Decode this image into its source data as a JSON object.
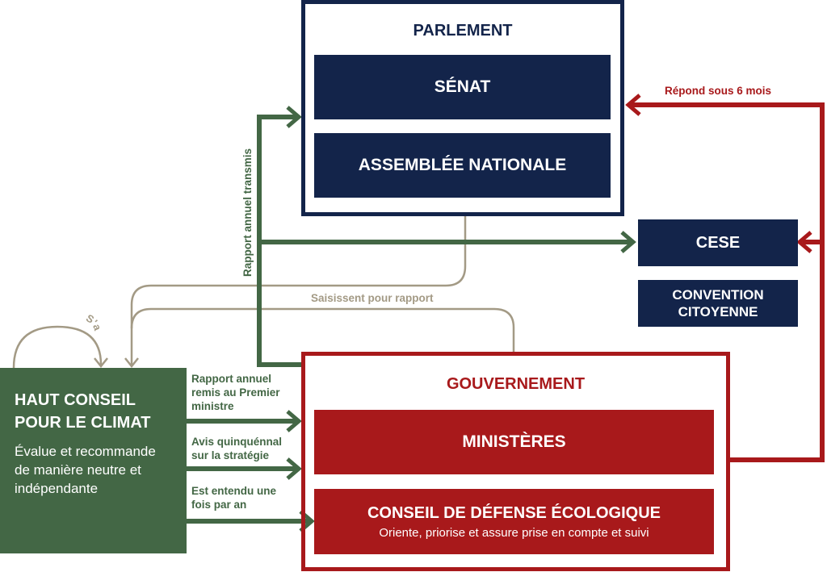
{
  "parlement": {
    "title": "PARLEMENT",
    "senat": "SÉNAT",
    "assemblee": "ASSEMBLÉE NATIONALE"
  },
  "cese": "CESE",
  "convention": {
    "line1": "CONVENTION",
    "line2": "CITOYENNE"
  },
  "gouvernement": {
    "title": "GOUVERNEMENT",
    "ministeres": "MINISTÈRES",
    "conseil": "CONSEIL DE DÉFENSE ÉCOLOGIQUE",
    "conseil_desc": "Oriente, priorise et assure prise en compte et suivi"
  },
  "hcc": {
    "title1": "HAUT CONSEIL",
    "title2": "POUR LE CLIMAT",
    "desc": "Évalue et recommande de manière neutre et indépendante"
  },
  "labels": {
    "repond": "Répond sous 6 mois",
    "rapport_transmis": "Rapport annuel transmis",
    "saisissent": "Saisissent pour rapport",
    "autosaisit": "S'autosaisit",
    "rapport_remis": "Rapport annuel remis au Premier ministre",
    "avis": "Avis quinquénnal sur la stratégie",
    "entendu": "Est entendu une fois par an"
  },
  "colors": {
    "navy": "#13244a",
    "red": "#a8191b",
    "green": "#436745",
    "tan": "#a39a85"
  }
}
